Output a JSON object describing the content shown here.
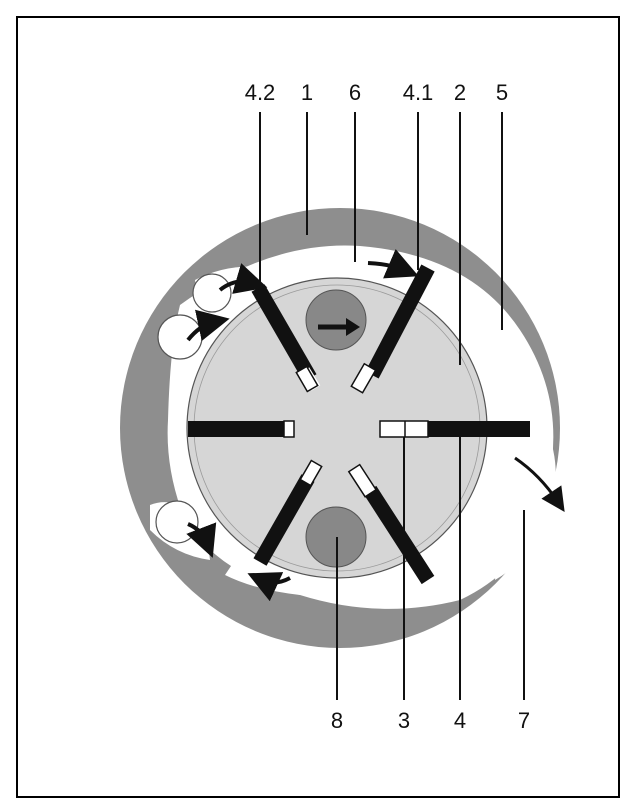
{
  "labels": {
    "l4_2": "4.2",
    "l1": "1",
    "l6": "6",
    "l4_1": "4.1",
    "l2": "2",
    "l5": "5",
    "l8": "8",
    "l3": "3",
    "l4": "4",
    "l7": "7"
  },
  "colors": {
    "background": "#ffffff",
    "border": "#000000",
    "housing": "#8e8e8e",
    "rotor": "#d6d6d6",
    "port": "#888888",
    "vane": "#111111",
    "vane_tip": "#ffffff",
    "chamber": "#ffffff",
    "text": "#111111"
  },
  "icons": {
    "flow_arrow": "curved-arrow-icon",
    "inner_arrow": "right-arrow-icon"
  }
}
